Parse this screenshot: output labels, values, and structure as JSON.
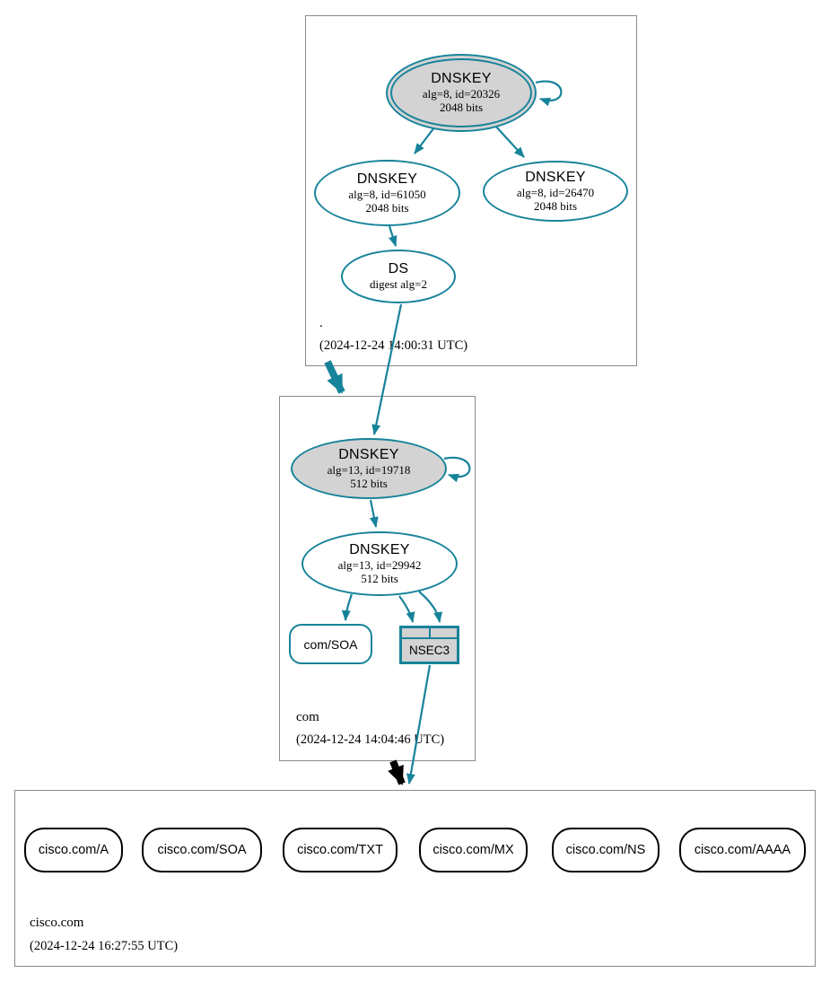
{
  "diagram": {
    "type": "dnssec-authentication-chain",
    "colors": {
      "secure_edge": "#17839a",
      "insecure_edge": "#000000",
      "node_fill_gray": "#d3d3d3",
      "zone_box_border": "#8a8a8a"
    },
    "zones": {
      "root": {
        "name": ".",
        "timestamp": "(2024-12-24 14:00:31 UTC)"
      },
      "com": {
        "name": "com",
        "timestamp": "(2024-12-24 14:04:46 UTC)"
      },
      "cisco_com": {
        "name": "cisco.com",
        "timestamp": "(2024-12-24 16:27:55 UTC)"
      }
    },
    "nodes": {
      "root_ksk": {
        "title": "DNSKEY",
        "alg": "alg=8, id=20326",
        "bits": "2048 bits"
      },
      "root_zsk": {
        "title": "DNSKEY",
        "alg": "alg=8, id=61050",
        "bits": "2048 bits"
      },
      "root_zsk2": {
        "title": "DNSKEY",
        "alg": "alg=8, id=26470",
        "bits": "2048 bits"
      },
      "root_ds": {
        "title": "DS",
        "alg": "digest alg=2"
      },
      "com_ksk": {
        "title": "DNSKEY",
        "alg": "alg=13, id=19718",
        "bits": "512 bits"
      },
      "com_zsk": {
        "title": "DNSKEY",
        "alg": "alg=13, id=29942",
        "bits": "512 bits"
      },
      "com_soa": {
        "label": "com/SOA"
      },
      "nsec3": {
        "label": "NSEC3"
      }
    },
    "records": [
      "cisco.com/A",
      "cisco.com/SOA",
      "cisco.com/TXT",
      "cisco.com/MX",
      "cisco.com/NS",
      "cisco.com/AAAA"
    ],
    "edges": [
      {
        "from": "root_ksk",
        "to": "root_ksk",
        "type": "rrsig-self-loop"
      },
      {
        "from": "root_ksk",
        "to": "root_zsk",
        "type": "rrsig"
      },
      {
        "from": "root_ksk",
        "to": "root_zsk2",
        "type": "rrsig"
      },
      {
        "from": "root_zsk",
        "to": "root_ds",
        "type": "rrsig"
      },
      {
        "from": "root_ds",
        "to": "com_ksk",
        "type": "digest"
      },
      {
        "from": "root",
        "to": "com",
        "type": "delegation-secure"
      },
      {
        "from": "com_ksk",
        "to": "com_ksk",
        "type": "rrsig-self-loop"
      },
      {
        "from": "com_ksk",
        "to": "com_zsk",
        "type": "rrsig"
      },
      {
        "from": "com_zsk",
        "to": "com_soa",
        "type": "rrsig"
      },
      {
        "from": "com_zsk",
        "to": "nsec3",
        "type": "rrsig"
      },
      {
        "from": "com_zsk",
        "to": "nsec3",
        "type": "rrsig"
      },
      {
        "from": "nsec3",
        "to": "cisco_com",
        "type": "nsec3-proof"
      },
      {
        "from": "com",
        "to": "cisco_com",
        "type": "delegation-insecure"
      }
    ]
  }
}
